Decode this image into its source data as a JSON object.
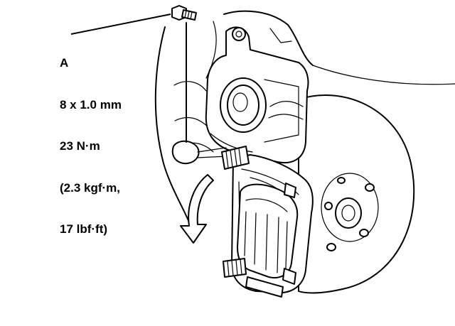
{
  "callout": {
    "letter": "A",
    "lines": [
      "8 x 1.0 mm",
      "23 N·m",
      "(2.3 kgf·m,",
      "17 lbf·ft)"
    ]
  },
  "icons": {
    "bolt": "bolt-icon",
    "arrow": "curved-arrow-icon"
  },
  "colors": {
    "ink": "#000000",
    "paper": "#ffffff"
  }
}
